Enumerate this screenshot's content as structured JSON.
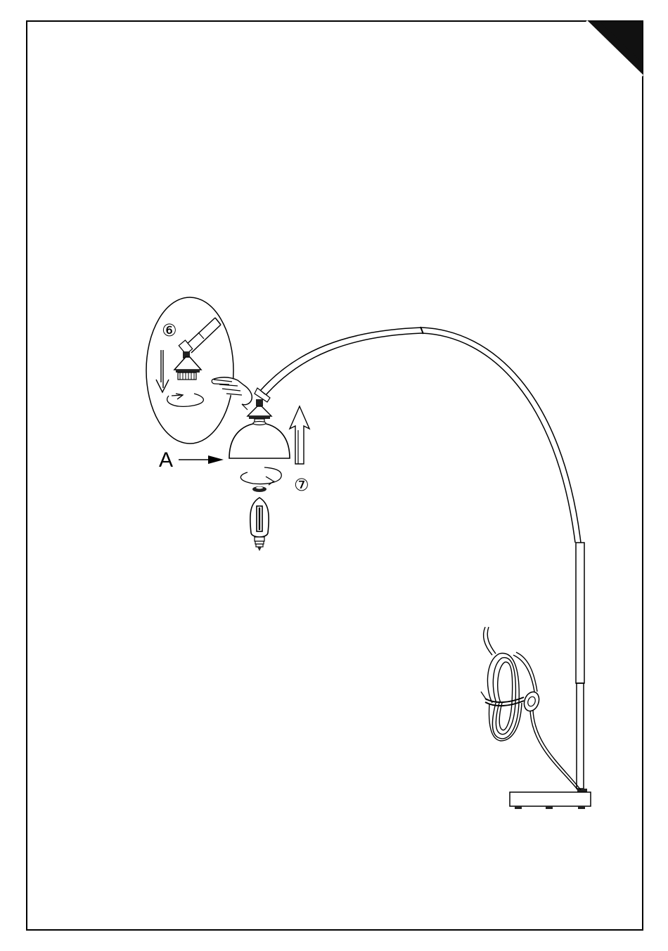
{
  "labels": {
    "step_six": "⑥",
    "step_seven": "⑦",
    "part_a": "A"
  },
  "colors": {
    "line": "#000000",
    "corner_tab": "#111111",
    "background": "#ffffff"
  },
  "icons": {
    "corner": "page-corner-tab",
    "hand": "pointing-hand-icon",
    "bulb": "edison-bulb-icon"
  }
}
